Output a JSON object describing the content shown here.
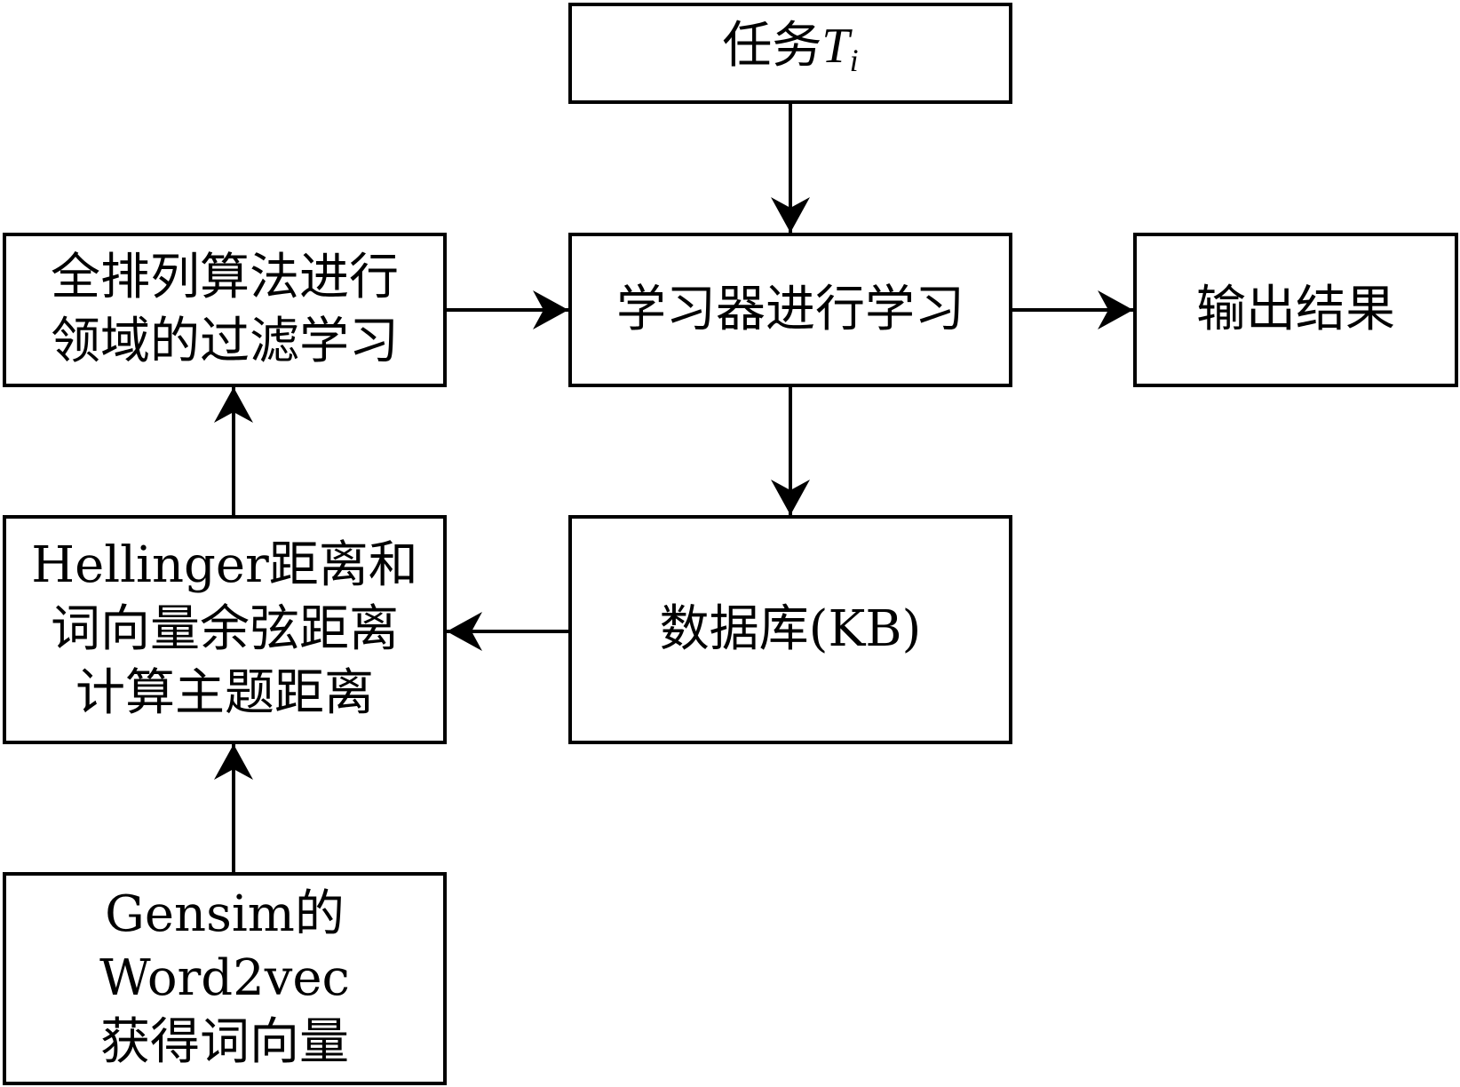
{
  "nodes": {
    "task": {
      "text": "任务",
      "var": "T",
      "sub": "i"
    },
    "learner": {
      "lines": [
        "学习器进行学习"
      ]
    },
    "output": {
      "lines": [
        "输出结果"
      ]
    },
    "filter": {
      "lines": [
        "全排列算法进行",
        "领域的过滤学习"
      ]
    },
    "database": {
      "lines": [
        "数据库(KB)"
      ]
    },
    "distance": {
      "lines": [
        "Hellinger距离和",
        "词向量余弦距离",
        "计算主题距离"
      ]
    },
    "gensim": {
      "lines": [
        "Gensim的",
        "Word2vec",
        "获得词向量"
      ]
    }
  },
  "edges": [
    {
      "from": "task",
      "to": "learner"
    },
    {
      "from": "learner",
      "to": "output"
    },
    {
      "from": "filter",
      "to": "learner"
    },
    {
      "from": "learner",
      "to": "database"
    },
    {
      "from": "database",
      "to": "distance"
    },
    {
      "from": "distance",
      "to": "filter"
    },
    {
      "from": "gensim",
      "to": "distance"
    }
  ],
  "colors": {
    "stroke": "#000000",
    "fill": "#ffffff"
  }
}
